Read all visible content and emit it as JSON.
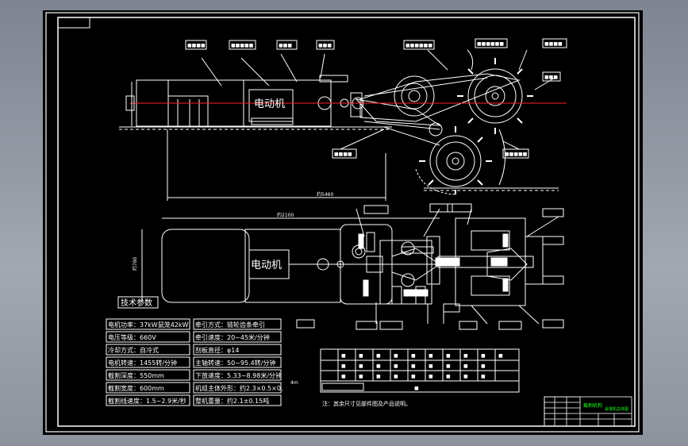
{
  "drawing": {
    "motor_label_side": "电动机",
    "motor_label_plan": "电动机",
    "dim_total_side": "约5460",
    "dim_total_plan": "约2100",
    "dim_plan_width": "约780",
    "spec_title": "技术参数",
    "specs_left": [
      "电机功率：37kW鼠笼42kW",
      "电压等级：660V",
      "冷却方式：自冷式",
      "电机转速：1455转/分钟",
      "截割深度：550mm",
      "截割宽度：600mm",
      "截割线速度：1.5~2.9米/秒"
    ],
    "specs_right": [
      "牵引方式：链轮齿条牵引",
      "牵引速度：20~45米/分钟",
      "刮板直径：φ14",
      "主轴转速：50~95.4转/分钟",
      "下放速度：5.33~8.98米/分钟",
      "机组主体外形：约2.3×0.5×0.",
      "整机重量：约2.1±0.15吨"
    ],
    "note": "注：其余尺寸见部件图及产品说明。",
    "note_small": "4m",
    "title_block_name": "截割机构",
    "title_block_sub": "采煤机总体图"
  }
}
